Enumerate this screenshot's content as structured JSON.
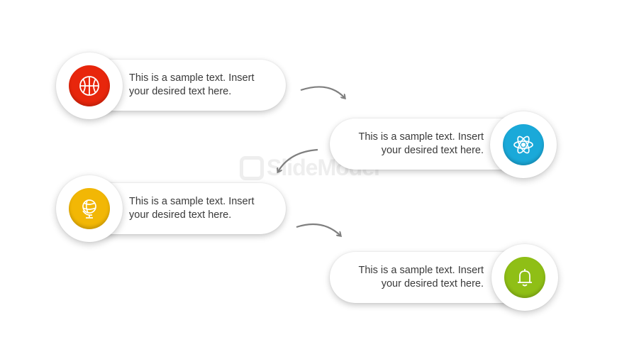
{
  "watermark": "SlideModel",
  "colors": {
    "item1": "#e8260c",
    "item2": "#1aa9d9",
    "item3": "#f2b705",
    "item4": "#8fbf16",
    "arrow": "#7f7f7f"
  },
  "items": [
    {
      "line1": "This is a sample text. Insert",
      "line2": "your desired text here.",
      "icon": "basketball-icon"
    },
    {
      "line1": "This is a sample text. Insert",
      "line2": "your desired text here.",
      "icon": "atom-icon"
    },
    {
      "line1": "This is a sample text. Insert",
      "line2": "your desired text here.",
      "icon": "globe-icon"
    },
    {
      "line1": "This is a sample text. Insert",
      "line2": "your desired text here.",
      "icon": "bell-icon"
    }
  ]
}
